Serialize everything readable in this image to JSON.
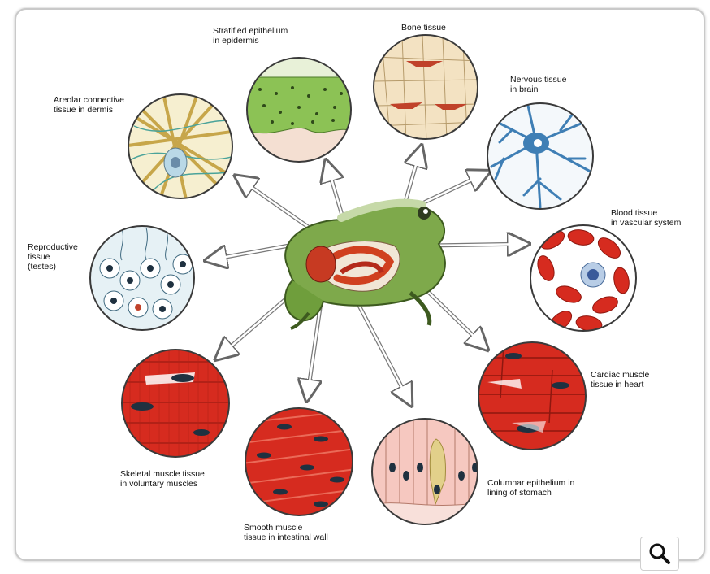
{
  "labels": {
    "areolar": "Areolar connective\ntissue in dermis",
    "stratified": "Stratified epithelium\nin epidermis",
    "bone": "Bone tissue",
    "nervous": "Nervous tissue\nin brain",
    "blood": "Blood tissue\nin vascular system",
    "reproductive": "Reproductive\ntissue\n(testes)",
    "cardiac": "Cardiac muscle\ntissue in heart",
    "columnar": "Columnar epithelium in\nlining of stomach",
    "smooth": "Smooth muscle\ntissue in intestinal wall",
    "skeletal": "Skeletal muscle tissue\nin voluntary muscles"
  },
  "icons": {
    "zoom": "magnifier-icon"
  },
  "colors": {
    "muscle_red": "#d62b1f",
    "nucleus": "#1f3140",
    "epithelium_green": "#7fb84a",
    "nervous_blue": "#3f7fb5",
    "bone_tan": "#f3e2c2",
    "frog_green": "#6f9e3c"
  }
}
